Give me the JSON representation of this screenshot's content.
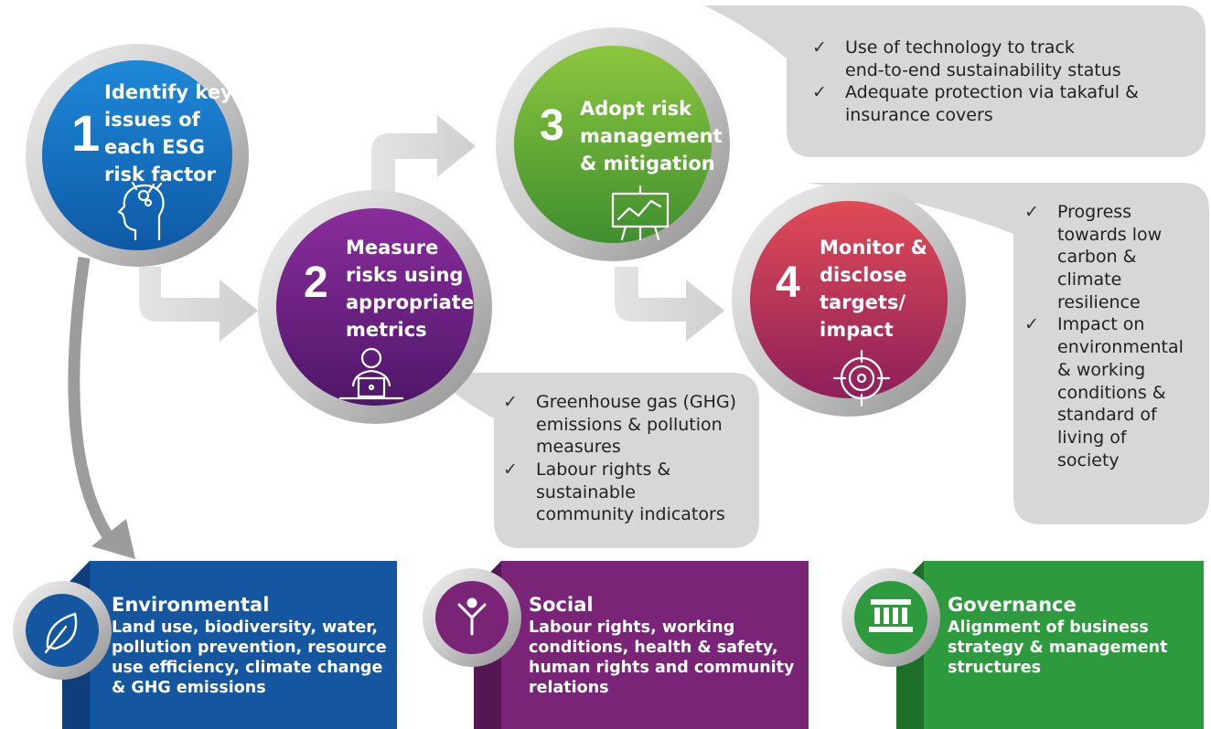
{
  "steps": [
    {
      "number": "1",
      "text": "Identify key\nissues of\neach ESG\nrisk factor",
      "icon": "head-ideas-icon",
      "color": "#1473c8"
    },
    {
      "number": "2",
      "text": "Measure\nrisks using\nappropriate\nmetrics",
      "icon": "person-laptop-icon",
      "color": "#6a1f7e"
    },
    {
      "number": "3",
      "text": "Adopt risk\nmanagement\n& mitigation",
      "icon": "presentation-chart-icon",
      "color": "#5fa534"
    },
    {
      "number": "4",
      "text": "Monitor &\ndisclose\ntargets/\nimpact",
      "icon": "target-icon",
      "color": "#c93a4c"
    }
  ],
  "bubbles": {
    "step2": [
      "Greenhouse gas (GHG)\nemissions & pollution\nmeasures",
      "Labour rights &\nsustainable\ncommunity indicators"
    ],
    "step3": [
      "Use of technology to track\nend-to-end sustainability status",
      "Adequate protection via takaful &\ninsurance covers"
    ],
    "step4": [
      "Progress\ntowards low\ncarbon &\nclimate\nresilience",
      "Impact on\nenvironmental\n& working\nconditions &\nstandard of\nliving of\nsociety"
    ]
  },
  "categories": [
    {
      "title": "Environmental",
      "description": "Land use, biodiversity, water,\npollution prevention, resource\nuse efficiency, climate change\n& GHG emissions",
      "icon": "leaf-icon",
      "color": "#1456a0"
    },
    {
      "title": "Social",
      "description": "Labour rights, working\nconditions, health & safety,\nhuman rights and community\nrelations",
      "icon": "person-arms-up-icon",
      "color": "#7a2477"
    },
    {
      "title": "Governance",
      "description": "Alignment of business\nstrategy & management\nstructures",
      "icon": "institution-icon",
      "color": "#2e9a3e"
    }
  ]
}
